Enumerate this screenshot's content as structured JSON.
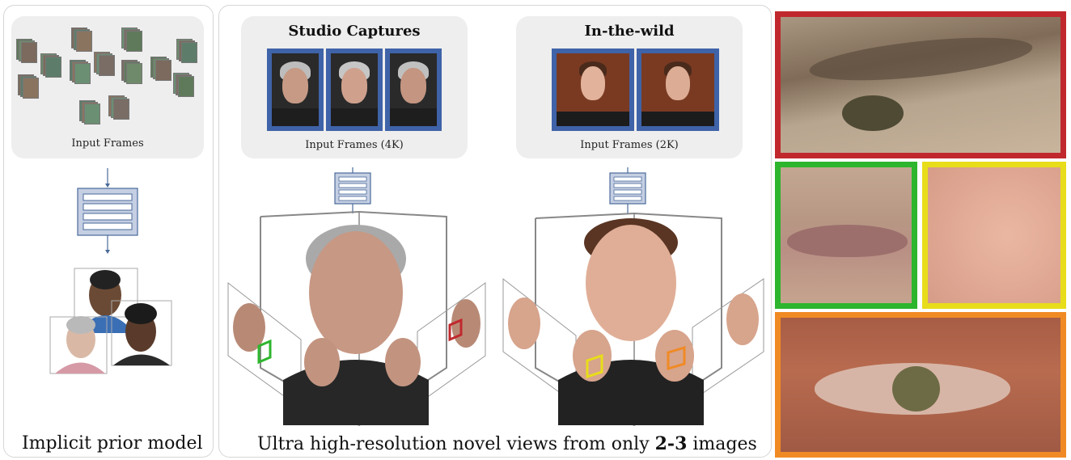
{
  "left_panel": {
    "caption": "Input Frames",
    "label": "Implicit prior model"
  },
  "middle_panel": {
    "studio": {
      "title": "Studio Captures",
      "caption": "Input Frames (4K)"
    },
    "wild": {
      "title": "In-the-wild",
      "caption": "Input Frames (2K)"
    },
    "label_prefix": "Ultra high-resolution novel views from only ",
    "label_bold": "2-3",
    "label_suffix": " images"
  },
  "colors": {
    "frame_border": "#3f63a8",
    "zoom_red": "#c0282d",
    "zoom_green": "#2db52d",
    "zoom_yellow": "#e8dd1a",
    "zoom_orange": "#f08a24",
    "network_fill": "#c5cfe3",
    "network_stroke": "#4a6a9a"
  },
  "zoom_panels": [
    {
      "name": "eyebrow-closeup",
      "color": "red"
    },
    {
      "name": "lips-closeup",
      "color": "green"
    },
    {
      "name": "cheek-closeup",
      "color": "yellow"
    },
    {
      "name": "eye-closeup",
      "color": "orange"
    }
  ]
}
